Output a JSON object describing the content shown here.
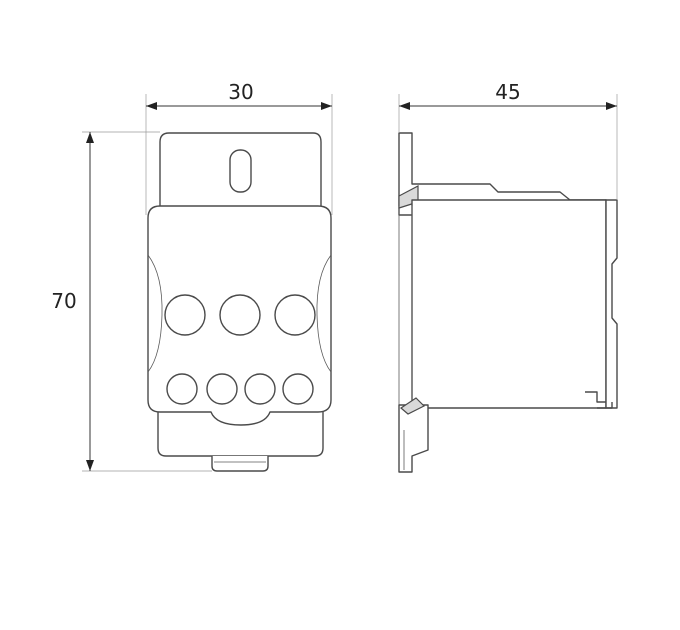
{
  "dimensions": {
    "front_width": "30",
    "side_depth": "45",
    "height": "70"
  },
  "colors": {
    "line": "#4a4a4a",
    "text": "#222222",
    "shade": "#d9d9d9",
    "background": "#ffffff"
  }
}
